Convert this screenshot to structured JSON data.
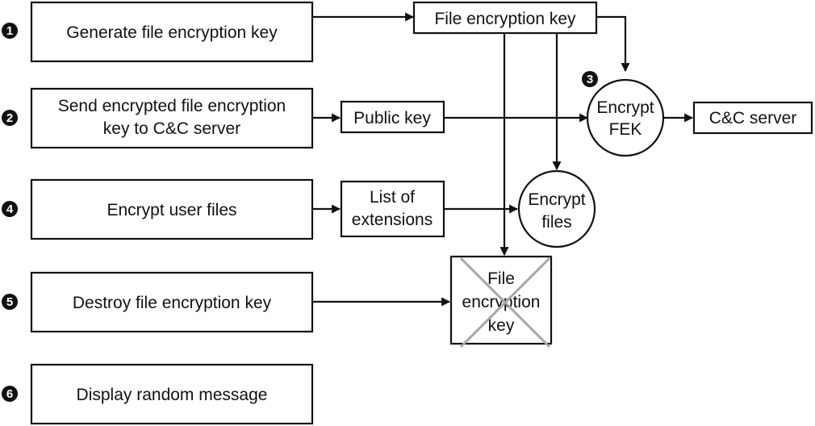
{
  "steps": [
    {
      "number": "1",
      "lines": [
        "Generate file encryption key"
      ]
    },
    {
      "number": "2",
      "lines": [
        "Send encrypted file encryption",
        "key to C&C server"
      ]
    },
    {
      "number": "4",
      "lines": [
        "Encrypt user files"
      ]
    },
    {
      "number": "5",
      "lines": [
        "Destroy file encryption key"
      ]
    },
    {
      "number": "6",
      "lines": [
        "Display random message"
      ]
    }
  ],
  "nodes": {
    "file_encryption_key": {
      "lines": [
        "File encryption key"
      ]
    },
    "public_key": {
      "lines": [
        "Public key"
      ]
    },
    "list_of_extensions": {
      "lines": [
        "List of",
        "extensions"
      ]
    },
    "encrypt_fek": {
      "number": "3",
      "lines": [
        "Encrypt",
        "FEK"
      ]
    },
    "cc_server": {
      "lines": [
        "C&C server"
      ]
    },
    "encrypt_files": {
      "lines": [
        "Encrypt",
        "files"
      ]
    },
    "destroyed_key": {
      "lines": [
        "File",
        "encryption",
        "key"
      ]
    }
  },
  "colors": {
    "ink": "#111111",
    "cross": "#a6a6a6",
    "background": "#ffffff"
  }
}
